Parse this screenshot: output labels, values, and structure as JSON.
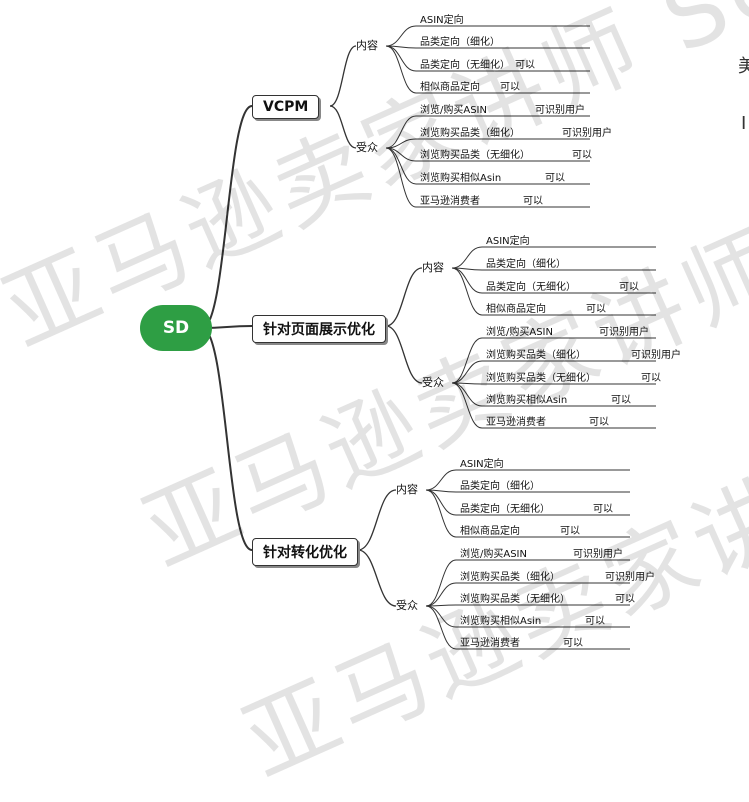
{
  "root": {
    "label": "SD"
  },
  "watermark": "亚马逊卖家讲师 Seven",
  "edge_peek": [
    "美",
    "I"
  ],
  "branches": [
    {
      "label": "VCPM",
      "content_label": "内容",
      "audience_label": "受众",
      "content": [
        {
          "label": "ASIN定向",
          "value": ""
        },
        {
          "label": "品类定向（细化）",
          "value": ""
        },
        {
          "label": "品类定向（无细化）",
          "value": "可以"
        },
        {
          "label": "相似商品定向",
          "value": "可以"
        }
      ],
      "audience": [
        {
          "label": "浏览/购买ASIN",
          "value": "可识别用户"
        },
        {
          "label": "浏览购买品类（细化）",
          "value": "可识别用户"
        },
        {
          "label": "浏览购买品类（无细化）",
          "value": "可以"
        },
        {
          "label": "浏览购买相似Asin",
          "value": "可以"
        },
        {
          "label": "亚马逊消费者",
          "value": "可以"
        }
      ]
    },
    {
      "label": "针对页面展示优化",
      "content_label": "内容",
      "audience_label": "受众",
      "content": [
        {
          "label": "ASIN定向",
          "value": ""
        },
        {
          "label": "品类定向（细化）",
          "value": ""
        },
        {
          "label": "品类定向（无细化）",
          "value": "可以"
        },
        {
          "label": "相似商品定向",
          "value": "可以"
        }
      ],
      "audience": [
        {
          "label": "浏览/购买ASIN",
          "value": "可识别用户"
        },
        {
          "label": "浏览购买品类（细化）",
          "value": "可识别用户"
        },
        {
          "label": "浏览购买品类（无细化）",
          "value": "可以"
        },
        {
          "label": "浏览购买相似Asin",
          "value": "可以"
        },
        {
          "label": "亚马逊消费者",
          "value": "可以"
        }
      ]
    },
    {
      "label": "针对转化优化",
      "content_label": "内容",
      "audience_label": "受众",
      "content": [
        {
          "label": "ASIN定向",
          "value": ""
        },
        {
          "label": "品类定向（细化）",
          "value": ""
        },
        {
          "label": "品类定向（无细化）",
          "value": "可以"
        },
        {
          "label": "相似商品定向",
          "value": "可以"
        }
      ],
      "audience": [
        {
          "label": "浏览/购买ASIN",
          "value": "可识别用户"
        },
        {
          "label": "浏览购买品类（细化）",
          "value": "可识别用户"
        },
        {
          "label": "浏览购买品类（无细化）",
          "value": "可以"
        },
        {
          "label": "浏览购买相似Asin",
          "value": "可以"
        },
        {
          "label": "亚马逊消费者",
          "value": "可以"
        }
      ]
    }
  ]
}
